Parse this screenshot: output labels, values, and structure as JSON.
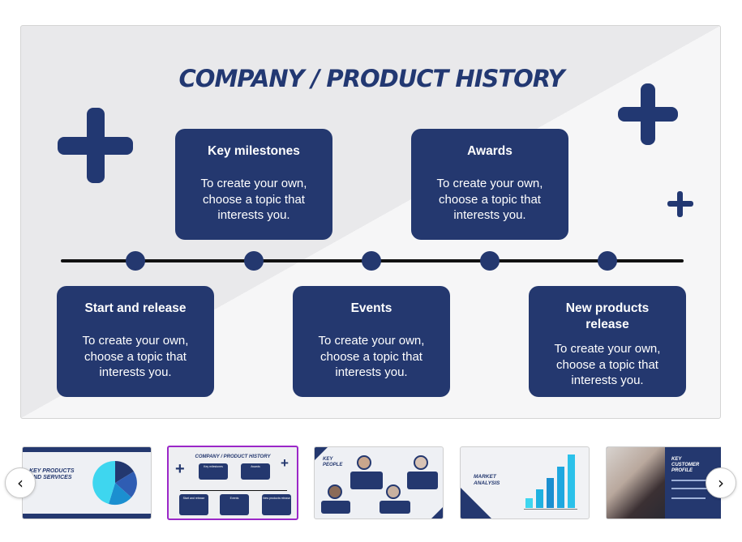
{
  "slide": {
    "title": "COMPANY / PRODUCT HISTORY",
    "top_cards": [
      {
        "title": "Key milestones",
        "text": "To create your own, choose a topic that interests you."
      },
      {
        "title": "Awards",
        "text": "To create your own, choose a topic that interests you."
      }
    ],
    "bottom_cards": [
      {
        "title": "Start and release",
        "text": "To create your own, choose a topic that interests you."
      },
      {
        "title": "Events",
        "text": "To create your own, choose a topic that interests you."
      },
      {
        "title": "New products release",
        "text": "To create your own, choose a topic that interests you."
      }
    ],
    "colors": {
      "navy": "#24386f",
      "accent": "#223872",
      "line": "#111111"
    }
  },
  "thumbnails": [
    {
      "title": "KEY PRODUCTS AND SERVICES",
      "selected": false
    },
    {
      "title": "COMPANY / PRODUCT HISTORY",
      "selected": true
    },
    {
      "title": "KEY PEOPLE",
      "selected": false
    },
    {
      "title": "MARKET ANALYSIS",
      "selected": false
    },
    {
      "title": "KEY CUSTOMER PROFILE",
      "selected": false
    }
  ],
  "thumb2_cards": [
    "Key milestones",
    "Awards",
    "Start and release",
    "Events",
    "New products release"
  ],
  "nav": {
    "prev_icon": "chevron-left-icon",
    "next_icon": "chevron-right-icon",
    "prev": "‹",
    "next": "›"
  }
}
